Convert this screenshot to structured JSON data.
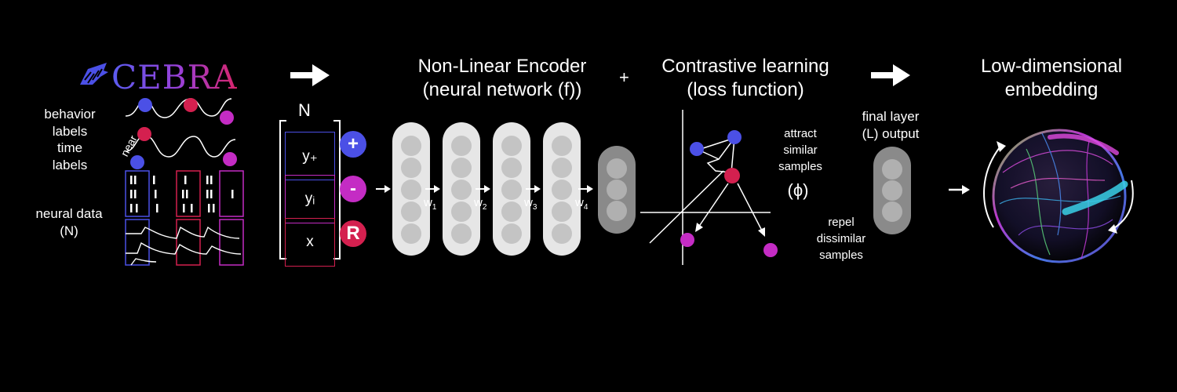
{
  "logo": {
    "text": "CEBRA",
    "icon": "zebra-icon"
  },
  "left_labels": {
    "behavior": "behavior\nlabels",
    "time": "time\nlabels",
    "near": "near",
    "neural": "neural data\n(N)"
  },
  "batch": {
    "n_label": "N",
    "positive": "y₊",
    "index": "yᵢ",
    "reference": "x",
    "plus_symbol": "+",
    "minus_symbol": "-",
    "ref_symbol": "R"
  },
  "encoder": {
    "title_line1": "Non-Linear Encoder",
    "title_line2": "(neural network (f))",
    "weights": [
      {
        "w": "w",
        "sub": "1"
      },
      {
        "w": "w",
        "sub": "2"
      },
      {
        "w": "w",
        "sub": "3"
      },
      {
        "w": "w",
        "sub": "4"
      }
    ]
  },
  "plus_sign": "+",
  "contrastive": {
    "title_line1": "Contrastive learning",
    "title_line2": "(loss function)",
    "attract": "attract\nsimilar\nsamples",
    "repel": "repel\ndissimilar\nsamples",
    "phi": "(ϕ)"
  },
  "final_layer": {
    "label": "final layer\n(L) output"
  },
  "embedding": {
    "title_line1": "Low-dimensional",
    "title_line2": "embedding"
  },
  "colors": {
    "blue": "#4b50e6",
    "magenta": "#c42cc4",
    "crimson": "#d4204f",
    "purple": "#a43ac8"
  }
}
